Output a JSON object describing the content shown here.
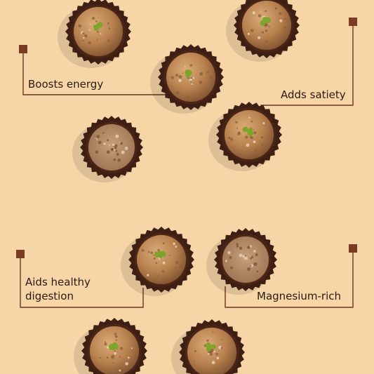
{
  "colors": {
    "background": "#f6d5a6",
    "callout_line": "#6b3520",
    "callout_marker": "#7a3b22",
    "label_text": "#2a1a10",
    "cup_outer": "#3e1f13",
    "cup_inner": "#5a2e1c",
    "ball_base": "#b9824f",
    "ball_highlight": "#d3a26d",
    "ball_dark": "#8a5b35",
    "pistachio": "#7fa42b"
  },
  "callouts": [
    {
      "label": "Boosts energy"
    },
    {
      "label": "Adds satiety"
    },
    {
      "label_line1": "Aids healthy",
      "label_line2": "digestion"
    },
    {
      "label": "Magnesium-rich"
    }
  ],
  "items": [
    {
      "kind": "whole",
      "topping": "pistachio"
    },
    {
      "kind": "whole",
      "topping": "pistachio"
    },
    {
      "kind": "whole",
      "topping": "pistachio"
    },
    {
      "kind": "halved",
      "topping": "none"
    },
    {
      "kind": "whole",
      "topping": "pistachio"
    },
    {
      "kind": "whole",
      "topping": "pistachio"
    },
    {
      "kind": "halved",
      "topping": "none"
    },
    {
      "kind": "whole",
      "topping": "pistachio"
    },
    {
      "kind": "whole",
      "topping": "pistachio"
    }
  ]
}
